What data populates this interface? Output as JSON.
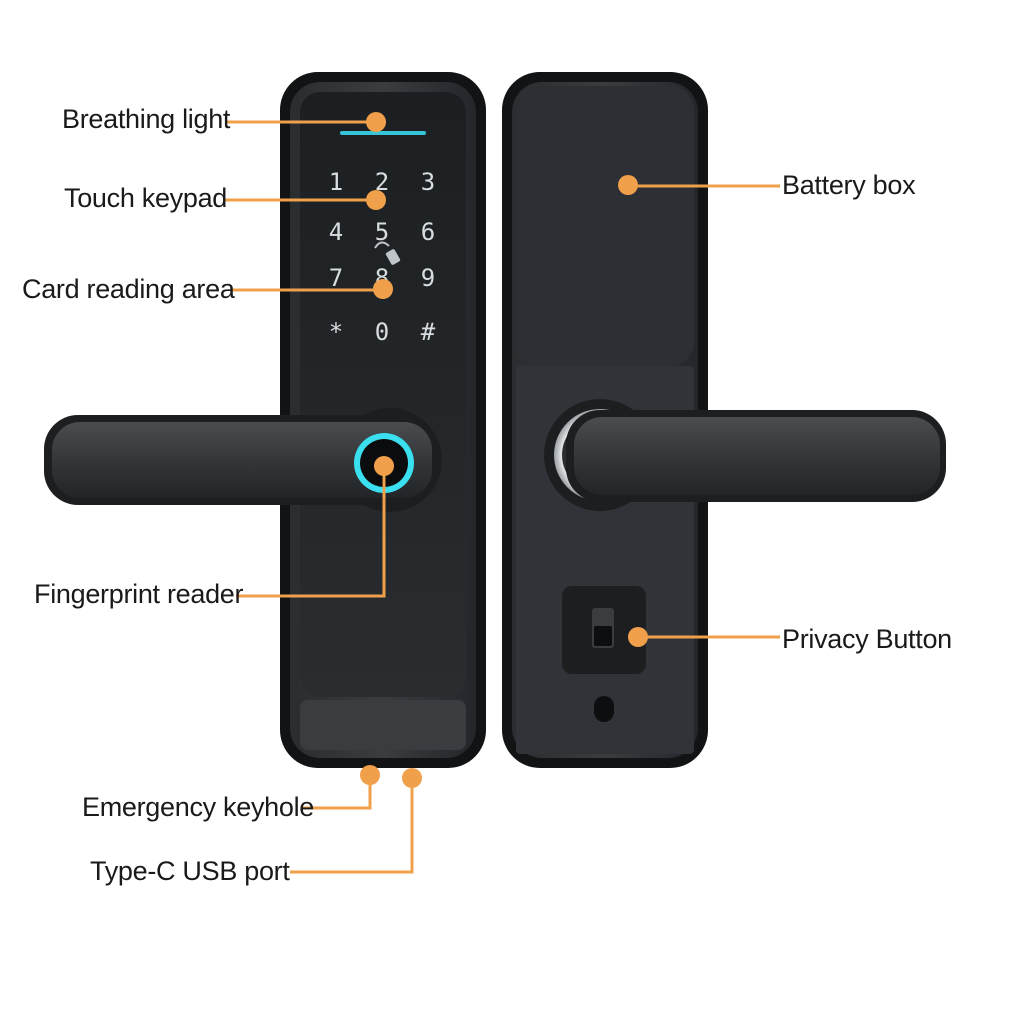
{
  "accent_color": "#f0a04b",
  "callouts": {
    "breathing_light": "Breathing light",
    "touch_keypad": "Touch keypad",
    "card_reading_area": "Card reading area",
    "fingerprint_reader": "Fingerprint reader",
    "emergency_keyhole": "Emergency keyhole",
    "type_c_usb_port": "Type-C USB port",
    "battery_box": "Battery box",
    "privacy_button": "Privacy Button"
  },
  "keypad": {
    "keys": [
      "1",
      "2",
      "3",
      "4",
      "5",
      "6",
      "7",
      "8",
      "9",
      "*",
      "0",
      "#"
    ]
  }
}
